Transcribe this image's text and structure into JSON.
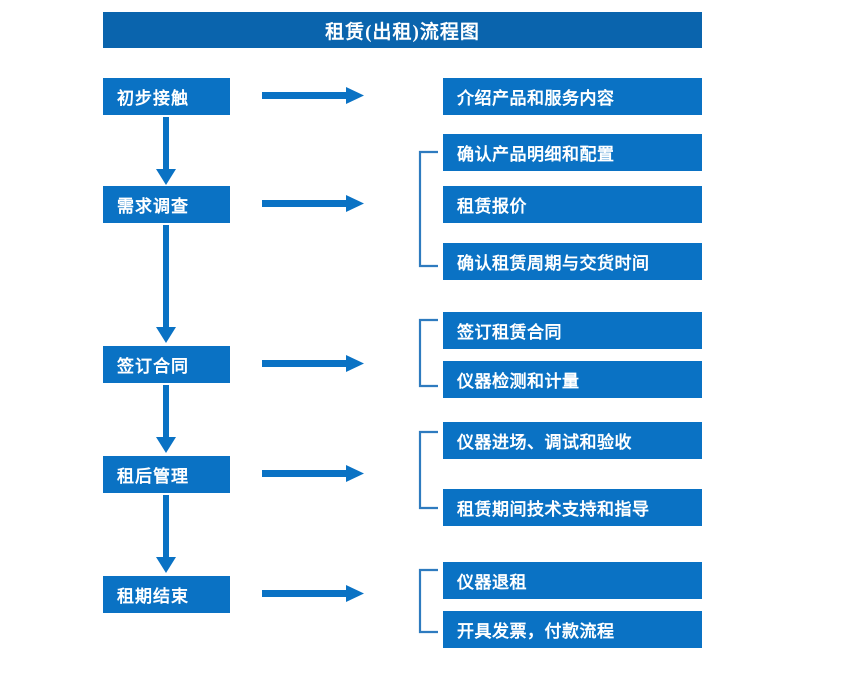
{
  "diagram": {
    "title": "租赁(出租)流程图",
    "colors": {
      "title_bar": "#0a64ad",
      "box": "#0a72c4",
      "arrow": "#0a72c4",
      "bracket": "#2e7bbf",
      "text": "#ffffff",
      "background": "#ffffff"
    },
    "stages": [
      {
        "label": "初步接触"
      },
      {
        "label": "需求调查"
      },
      {
        "label": "签订合同"
      },
      {
        "label": "租后管理"
      },
      {
        "label": "租期结束"
      }
    ],
    "details": [
      {
        "label": "介绍产品和服务内容"
      },
      {
        "label": "确认产品明细和配置"
      },
      {
        "label": "租赁报价"
      },
      {
        "label": "确认租赁周期与交货时间"
      },
      {
        "label": "签订租赁合同"
      },
      {
        "label": "仪器检测和计量"
      },
      {
        "label": "仪器进场、调试和验收"
      },
      {
        "label": "租赁期间技术支持和指导"
      },
      {
        "label": "仪器退租"
      },
      {
        "label": "开具发票，付款流程"
      }
    ],
    "groups": [
      {
        "name": "requirement-group",
        "items": [
          "确认产品明细和配置",
          "租赁报价",
          "确认租赁周期与交货时间"
        ]
      },
      {
        "name": "contract-group",
        "items": [
          "签订租赁合同",
          "仪器检测和计量"
        ]
      },
      {
        "name": "post-rental-group",
        "items": [
          "仪器进场、调试和验收",
          "租赁期间技术支持和指导"
        ]
      },
      {
        "name": "end-of-term-group",
        "items": [
          "仪器退租",
          "开具发票，付款流程"
        ]
      }
    ],
    "flow_arrows": {
      "vertical_count": 4,
      "horizontal_count": 5
    }
  }
}
